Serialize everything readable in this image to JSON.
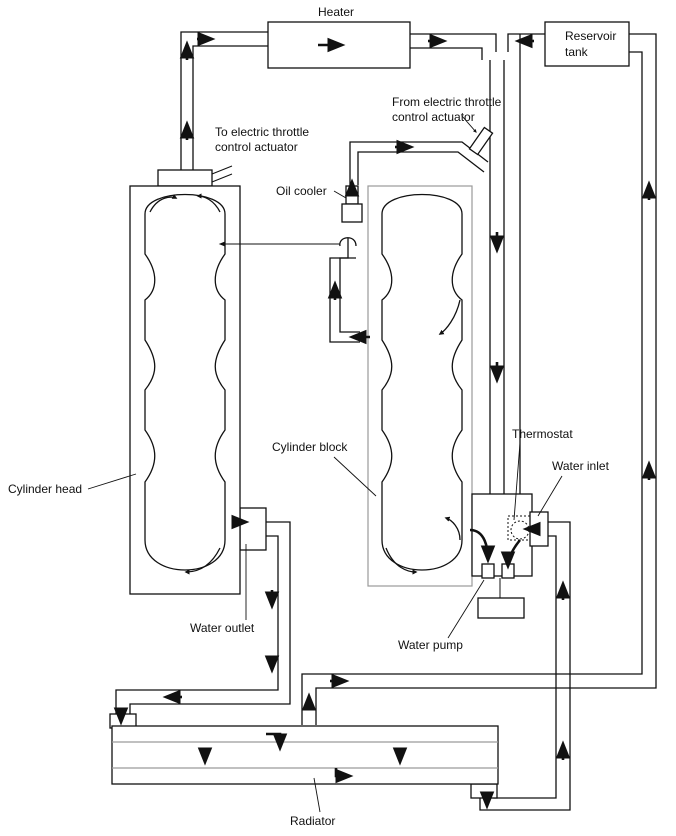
{
  "labels": {
    "heater": "Heater",
    "reservoir_line1": "Reservoir",
    "reservoir_line2": "tank",
    "from_actuator_line1": "From electric throttle",
    "from_actuator_line2": "control actuator",
    "to_actuator_line1": "To electric throttle",
    "to_actuator_line2": "control actuator",
    "oil_cooler": "Oil cooler",
    "thermostat": "Thermostat",
    "water_inlet": "Water inlet",
    "cylinder_block": "Cylinder block",
    "cylinder_head": "Cylinder head",
    "water_outlet": "Water outlet",
    "water_pump": "Water pump",
    "radiator": "Radiator"
  }
}
